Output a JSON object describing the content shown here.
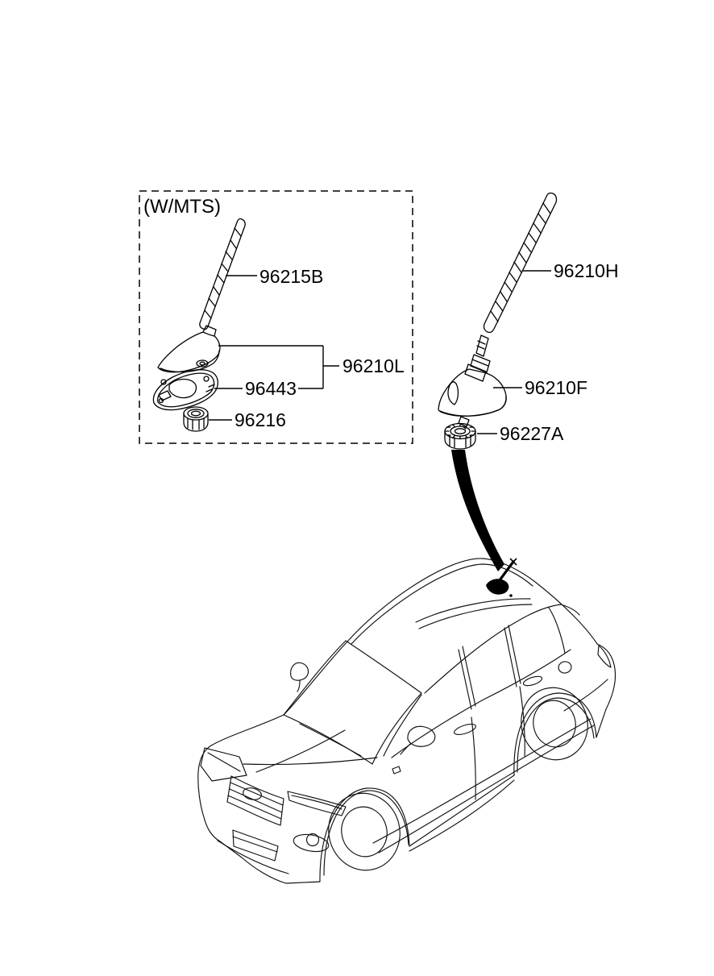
{
  "diagram": {
    "background": "#ffffff",
    "line_color": "#000000",
    "wmts_group": {
      "note": "(W/MTS)",
      "mast_code": "96215B",
      "assembly_code": "96210L",
      "pad_code": "96443",
      "nut_code": "96216"
    },
    "main_group": {
      "mast_code": "96210H",
      "base_code": "96210F",
      "nut_code": "96227A"
    }
  }
}
